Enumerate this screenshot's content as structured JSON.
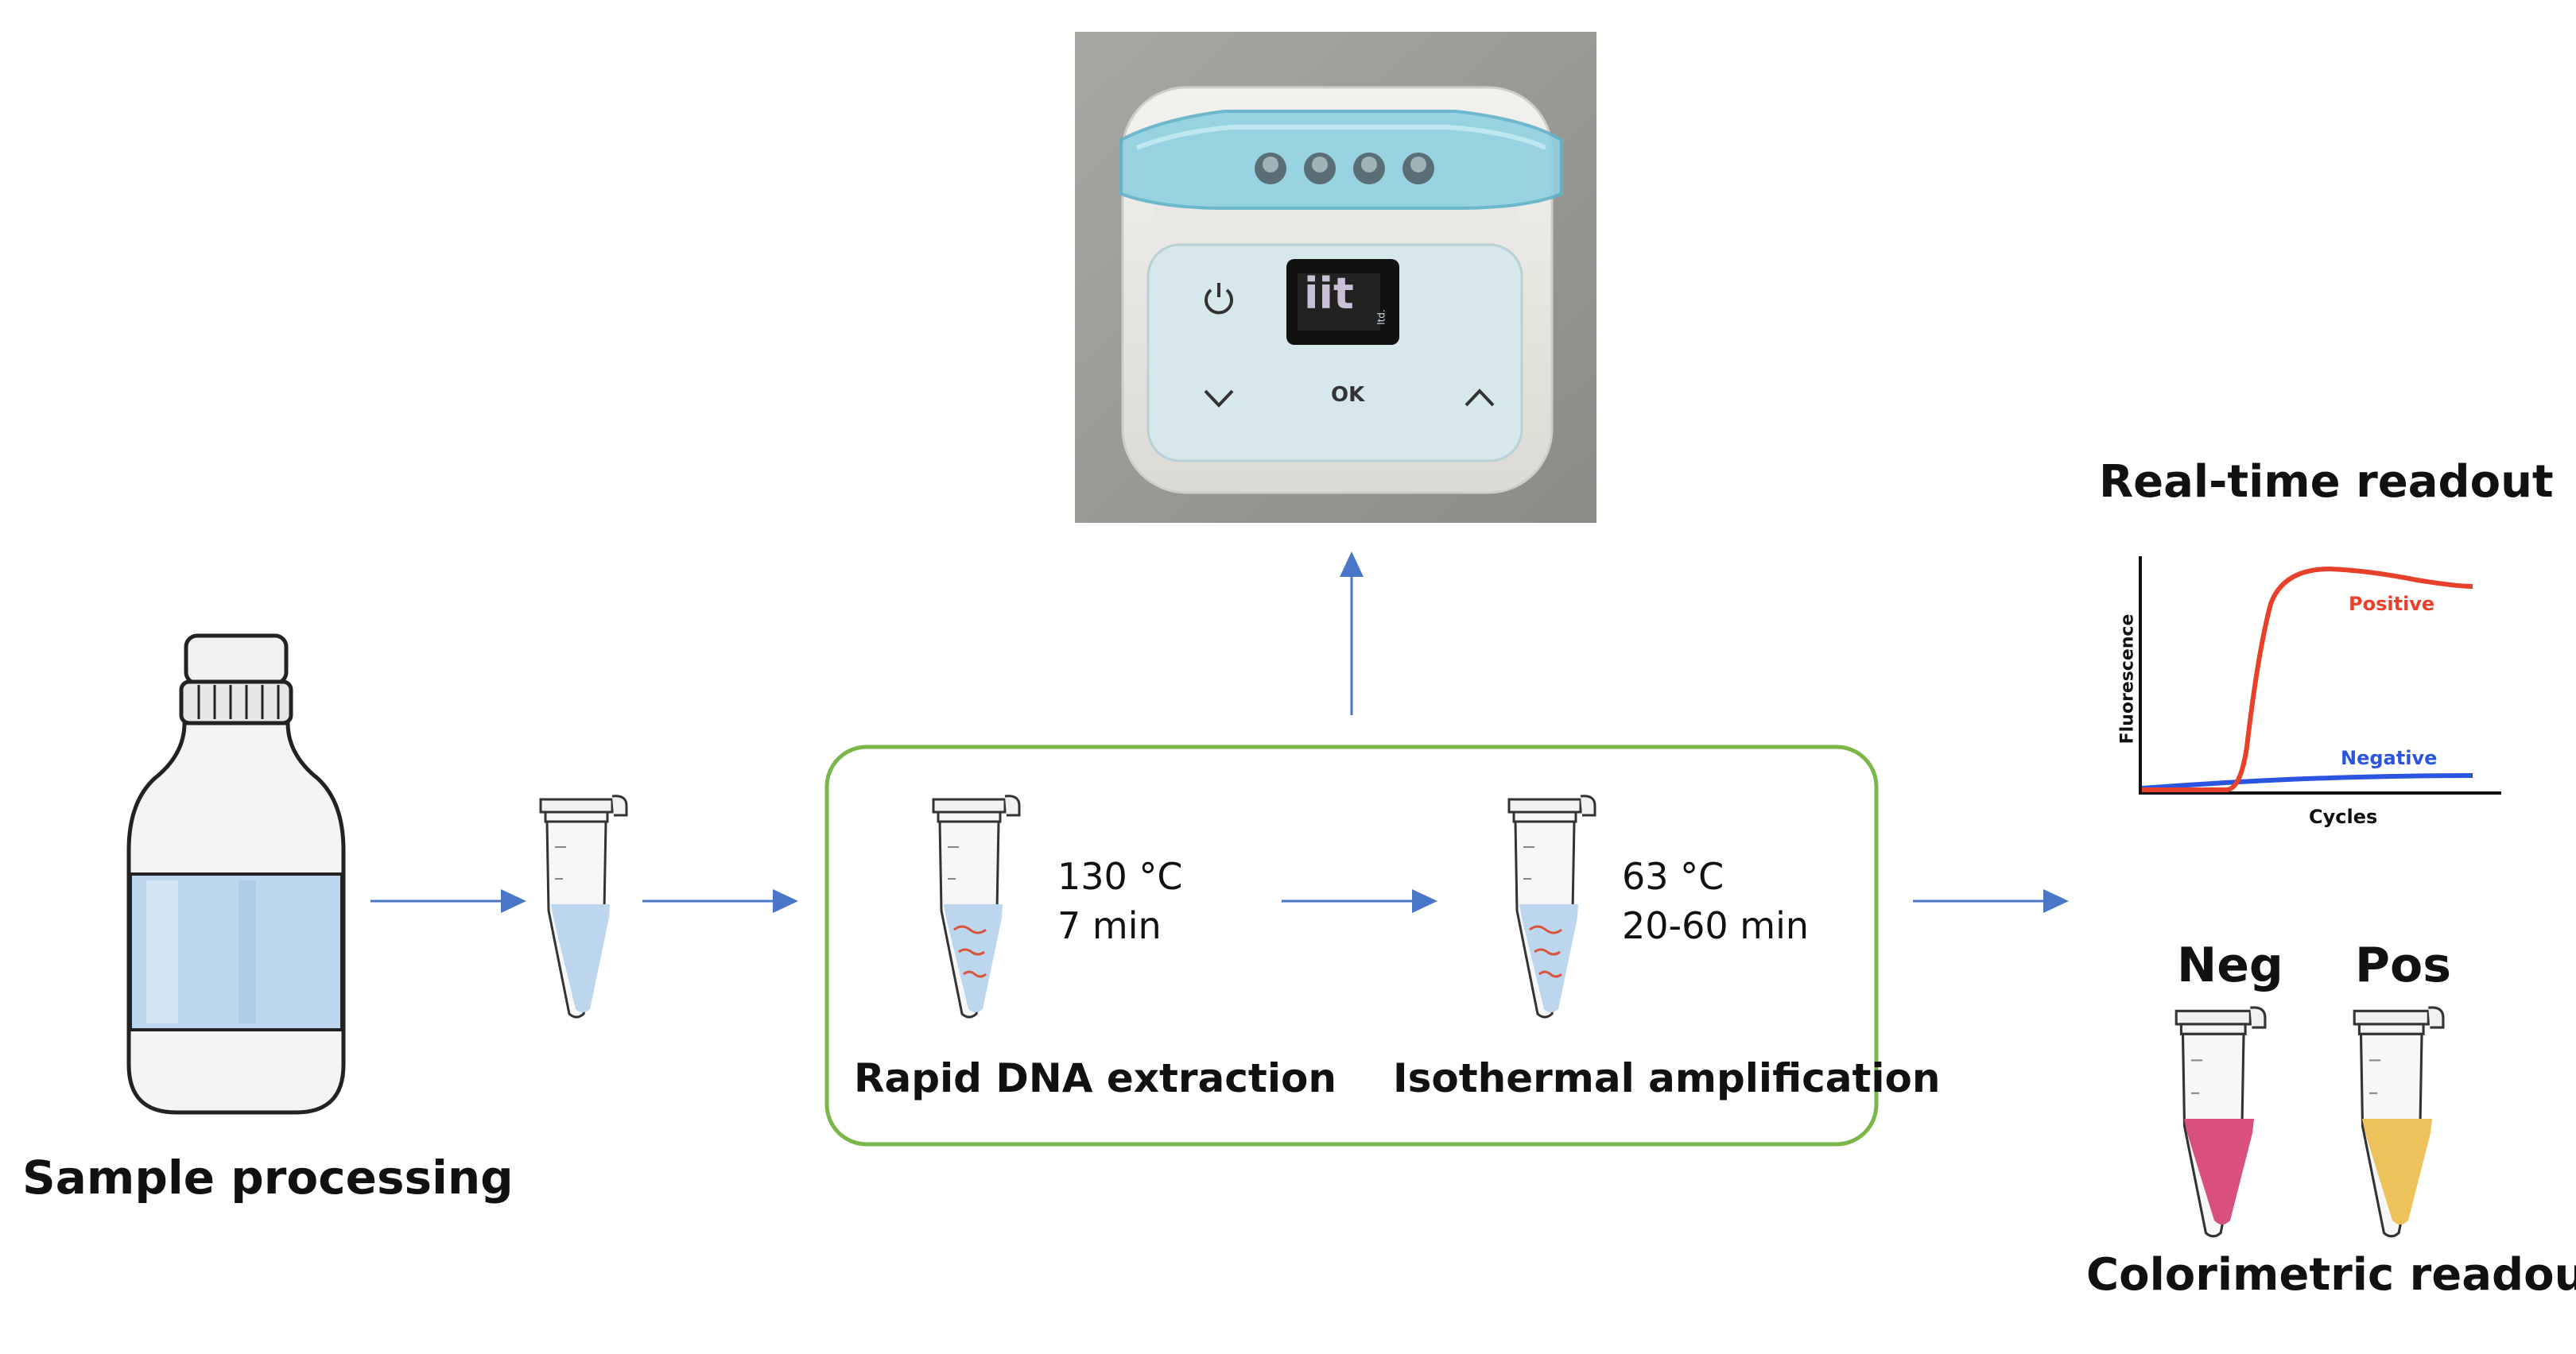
{
  "stages": {
    "sample": "Sample processing",
    "extraction": {
      "label": "Rapid DNA extraction",
      "temp": "130 °C",
      "time": "7 min"
    },
    "amplification": {
      "label": "Isothermal amplification",
      "temp": "63 °C",
      "time": "20-60 min"
    }
  },
  "device": {
    "brand": "iit",
    "brand_sub": "ltd.",
    "ok_label": "OK"
  },
  "realtime": {
    "title": "Real-time readout",
    "ylabel": "Fluorescence",
    "xlabel": "Cycles",
    "positive": "Positive",
    "negative": "Negative"
  },
  "colorimetric": {
    "title": "Colorimetric readout",
    "neg": "Neg",
    "pos": "Pos"
  },
  "colors": {
    "arrow": "#4a76c7",
    "box_border": "#7ab648",
    "positive": "#e8412b",
    "negative": "#2b55e0",
    "neg_liquid": "#d9507f",
    "pos_liquid": "#edc25a",
    "liquid_blue": "#bcd6ee"
  }
}
